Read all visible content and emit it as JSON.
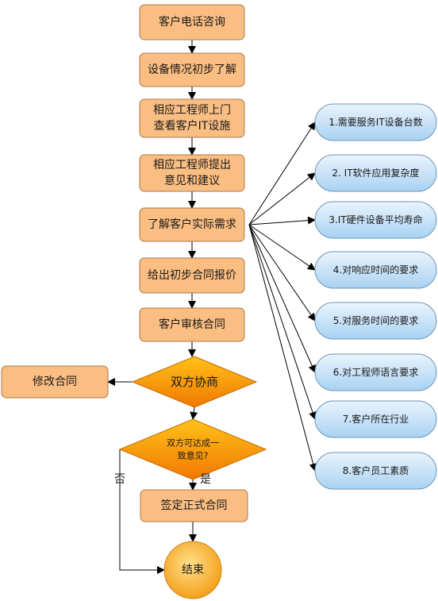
{
  "process_steps": [
    "客户电话咨询",
    "设备情况初步了解",
    [
      "相应工程师上门",
      "查看客户IT设施"
    ],
    [
      "相应工程师提出",
      "意见和建议"
    ],
    "了解客户实际需求",
    "给出初步合同报价",
    "客户审核合同"
  ],
  "negotiation": "双方协商",
  "modify_contract": "修改合同",
  "decision": [
    "双方可达成一",
    "致意见?"
  ],
  "yes_label": "是",
  "no_label": "否",
  "sign_contract": "签定正式合同",
  "end": "结束",
  "factors": [
    "1.需要服务IT设备台数",
    "2. IT软件应用复杂度",
    "3.IT硬件设备平均寿命",
    "4.对响应时间的要求",
    "5.对服务时间的要求",
    "6.对工程师语言要求",
    "7.客户所在行业",
    "8.客户员工素质"
  ],
  "colors": {
    "process_fill": "#FBBE82",
    "process_stroke": "#A87A48",
    "decision_fill_top": "#FFC21A",
    "decision_fill_bottom": "#F07800",
    "factor_fill_top": "#EAF4FD",
    "factor_fill_bottom": "#A9D2F2",
    "factor_stroke": "#6C95B6",
    "arrow": "#000000"
  }
}
